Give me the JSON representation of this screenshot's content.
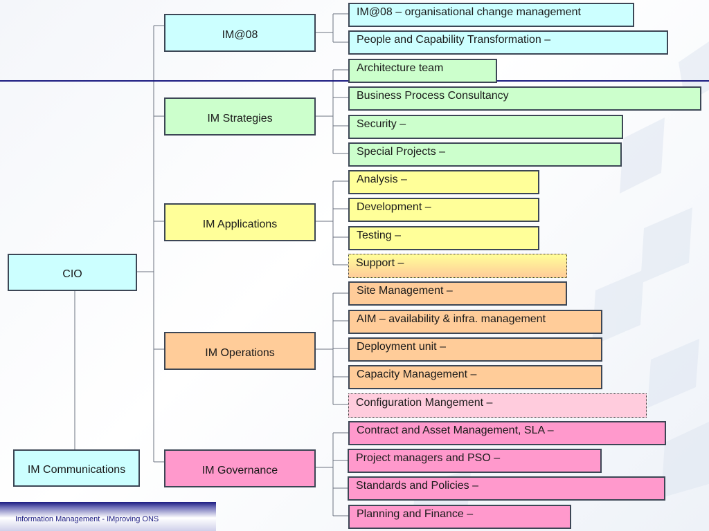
{
  "root": {
    "label": "CIO"
  },
  "communications": {
    "label": "IM Communications"
  },
  "departments": [
    {
      "label": "IM@08",
      "teams": [
        "IM@08 – organisational change management",
        "People and Capability Transformation –"
      ]
    },
    {
      "label": "IM Strategies",
      "teams": [
        "Architecture team",
        "Business Process Consultancy",
        "Security –",
        "Special Projects –"
      ]
    },
    {
      "label": "IM Applications",
      "teams": [
        "Analysis –",
        "Development –",
        "Testing –",
        "Support –"
      ]
    },
    {
      "label": "IM Operations",
      "teams": [
        "Site Management –",
        "AIM –  availability & infra. management",
        "Deployment unit –",
        "Capacity Management –",
        "Configuration Mangement –"
      ]
    },
    {
      "label": "IM Governance",
      "teams": [
        "Contract and Asset Management, SLA –",
        "Project managers and PSO –",
        "Standards and Policies –",
        "Planning and Finance –"
      ]
    }
  ],
  "colors": {
    "cyan": "#ccffff",
    "green": "#ccffcc",
    "yellow": "#ffff99",
    "orange": "#ffcc99",
    "pink": "#ff99cc",
    "light_pink": "#ffccdd",
    "rule": "#1a1a80",
    "border": "#3c4655"
  },
  "footer": {
    "text": "Information Management  - IMproving ONS"
  }
}
